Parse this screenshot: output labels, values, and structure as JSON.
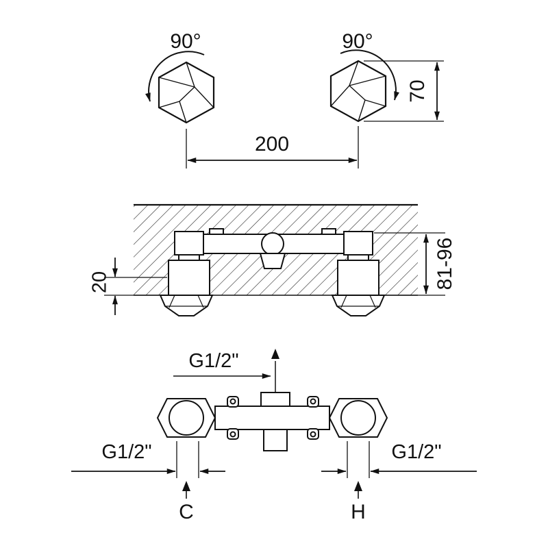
{
  "page": {
    "background": "#ffffff",
    "line_color": "#111111",
    "description": "Technical installation drawing of a concealed two-handle wall mixer valve"
  },
  "diagram": {
    "views": {
      "top": {
        "rotation_left": "90°",
        "rotation_right": "90°",
        "dim_handle_height": "70",
        "dim_center_distance": "200"
      },
      "section": {
        "dim_wall_depth": "20",
        "dim_install_depth": "81-96"
      },
      "front": {
        "thread_top": "G1/2\"",
        "thread_left": "G1/2\"",
        "thread_right": "G1/2\"",
        "cold": "C",
        "hot": "H"
      }
    }
  }
}
